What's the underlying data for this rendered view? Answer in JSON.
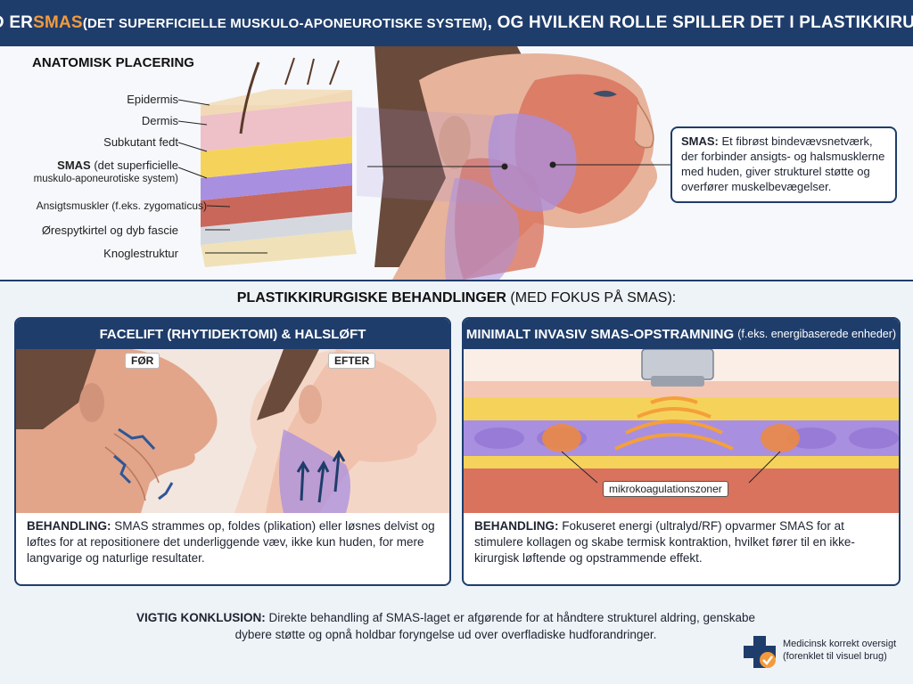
{
  "header": {
    "title_prefix": "HVAD ER ",
    "title_accent": "SMAS",
    "title_paren": " (DET SUPERFICIELLE MUSKULO-APONEUROTISKE SYSTEM)",
    "title_suffix": ", OG HVILKEN ROLLE SPILLER DET I PLASTIKKIRURGI?"
  },
  "anatomy": {
    "title": "ANATOMISK PLACERING",
    "layers": {
      "epidermis": "Epidermis",
      "dermis": "Dermis",
      "subcutaneous": "Subkutant fedt",
      "smas_bold": "SMAS",
      "smas_rest": " (det superficielle",
      "smas_line2": "muskulo-aponeurotiske system)",
      "muscles": "Ansigtsmuskler (f.eks. zygomaticus)",
      "parotid": "Ørespytkirtel og dyb fascie",
      "bone": "Knoglestruktur"
    },
    "callout_bold": "SMAS:",
    "callout_text": " Et fibrøst bindevævsnetværk, der forbinder ansigts- og halsmusklerne med huden, giver strukturel støtte og overfører muskelbevægelser."
  },
  "treatments": {
    "title_bold": "PLASTIKKIRURGISKE BEHANDLINGER",
    "title_rest": " (MED FOKUS PÅ SMAS):",
    "facelift": {
      "title": "FACELIFT (RHYTIDEKTOMI) & HALSLØFT",
      "before": "FØR",
      "after": "EFTER",
      "label": "BEHANDLING:",
      "text": " SMAS strammes op, foldes (plikation) eller løsnes delvist og løftes for at repositionere det underliggende væv, ikke kun huden, for mere langvarige og naturlige resultater."
    },
    "minimal": {
      "title": "MINIMALT INVASIV SMAS-OPSTRAMNING",
      "subtitle": "(f.eks. energibaserede enheder)",
      "zone_label": "mikrokoagulationszoner",
      "label": "BEHANDLING:",
      "text": " Fokuseret energi (ultralyd/RF) opvarmer SMAS for at stimulere kollagen og skabe termisk kontraktion, hvilket fører til en ikke-kirurgisk løftende og opstrammende effekt."
    }
  },
  "conclusion": {
    "label": "VIGTIG KONKLUSION:",
    "text": " Direkte behandling af SMAS-laget er afgørende for at håndtere strukturel aldring, genskabe dybere støtte og opnå holdbar foryngelse ud over overfladiske hudforandringer."
  },
  "footer": {
    "line1": "Medicinsk korrekt oversigt",
    "line2": "(forenklet til visuel brug)"
  },
  "colors": {
    "navy": "#1f3d6b",
    "accent": "#f39a3c",
    "smas": "#a98fe0",
    "muscle": "#d9735e",
    "fat": "#f5d35a"
  }
}
